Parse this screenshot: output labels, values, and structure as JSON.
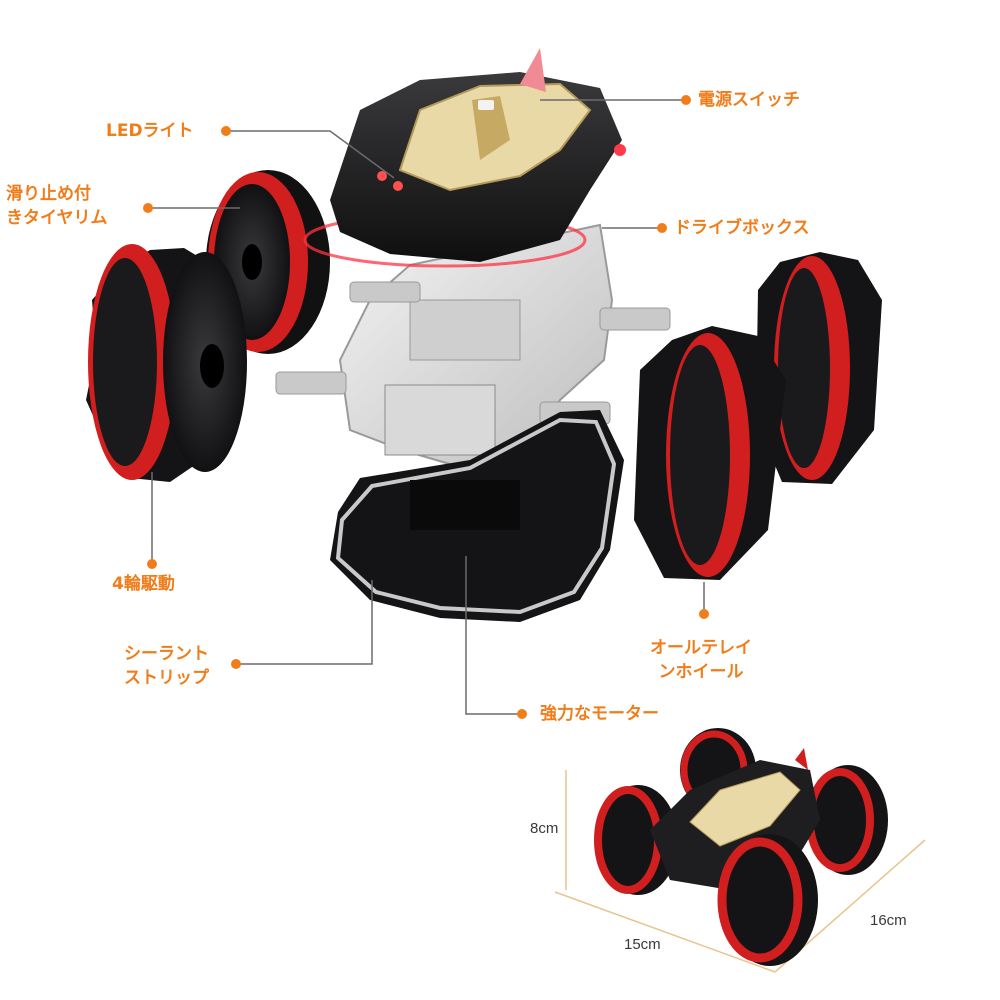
{
  "colors": {
    "accent": "#f07d1a",
    "leader_line": "#6b6b6b",
    "body_dark": "#1e1e20",
    "tire_red": "#d11e1e",
    "cabin_gold": "#e9d9a6",
    "gearbox_grey": "#e3e3e3"
  },
  "callouts": {
    "power_switch": "電源スイッチ",
    "led_light": "LEDライト",
    "antislip_tire": [
      "滑り止め付",
      "きタイヤリム"
    ],
    "drive_box": "ドライブボックス",
    "four_wheel_drive": "4輪駆動",
    "all_terrain_wheel": [
      "オールテレイ",
      "ンホイール"
    ],
    "sealant_strip": [
      "シーラント",
      "ストリップ"
    ],
    "powerful_motor": "強力なモーター"
  },
  "dimensions": {
    "height": "8cm",
    "length": "15cm",
    "width": "16cm"
  }
}
